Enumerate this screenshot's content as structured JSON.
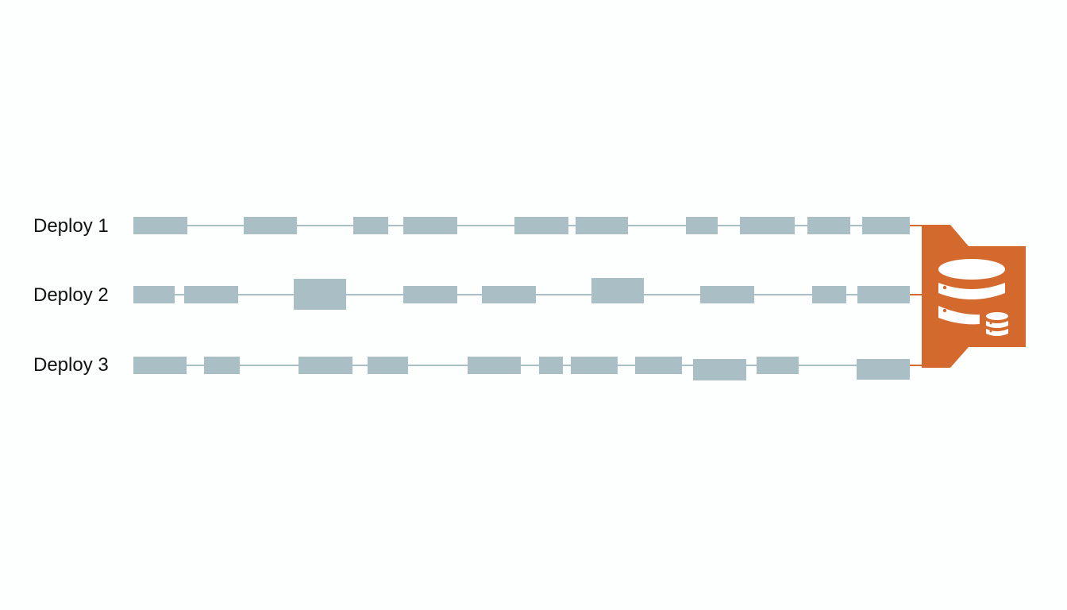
{
  "colors": {
    "background": "#fdfefe",
    "lane_line": "#a9bec5",
    "block": "#a9bec5",
    "connector": "#d4692e",
    "database_panel": "#d4692e",
    "database_icon": "#ffffff",
    "label_text": "#111111"
  },
  "lanes": [
    {
      "label": "Deploy 1"
    },
    {
      "label": "Deploy 2"
    },
    {
      "label": "Deploy 3"
    }
  ],
  "target": {
    "icon": "database-icon"
  }
}
